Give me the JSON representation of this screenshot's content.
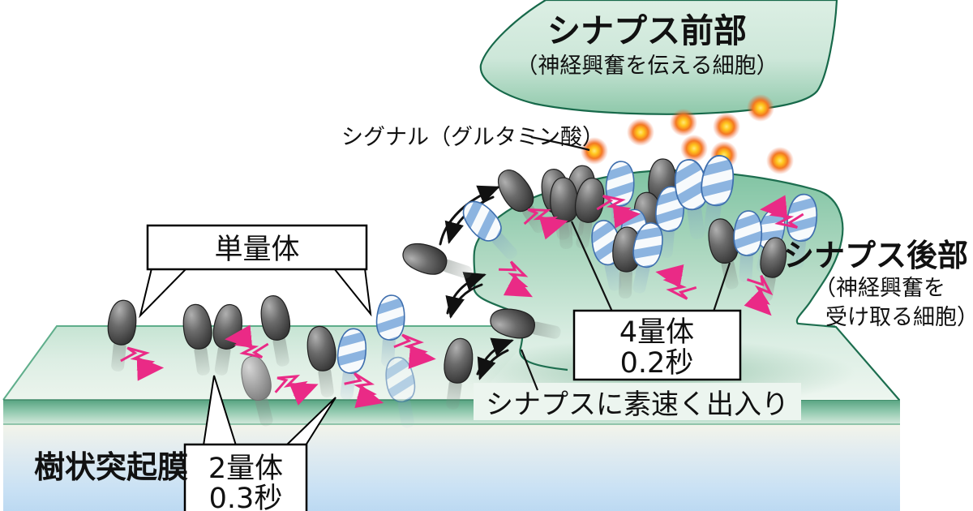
{
  "labels": {
    "presynaptic": {
      "title": "シナプス前部",
      "subtitle": "（神経興奮を伝える細胞）"
    },
    "signal": {
      "text": "シグナル（グルタミン酸）"
    },
    "postsynaptic": {
      "title": "シナプス後部",
      "subtitle_line1": "（神経興奮を",
      "subtitle_line2": "受け取る細胞）"
    },
    "monomer": {
      "text": "単量体"
    },
    "tetramer": {
      "line1": "4量体",
      "line2": "0.2秒"
    },
    "dimer": {
      "line1": "2量体",
      "line2": "0.3秒"
    },
    "shuttle": {
      "text": "シナプスに素速く出入り"
    },
    "membrane": {
      "text": "樹状突起膜"
    }
  },
  "colors": {
    "accent_magenta": "#EA2A86",
    "glutamate_orange": "#F47920",
    "glutamate_core": "#FFD84D",
    "receptor_dark": "#3A3A3A",
    "receptor_stripe_blue": "#8CB4E0",
    "cell_outline_green": "#1D6E4F",
    "cell_fill_green": "#7FC3A2",
    "membrane_surface_green": "#C8E5D4",
    "membrane_band_green": "#57A381",
    "dendrite_interior_blue": "#BCD9F2",
    "label_text": "#111111",
    "callout_fill": "#FFFFFF"
  }
}
